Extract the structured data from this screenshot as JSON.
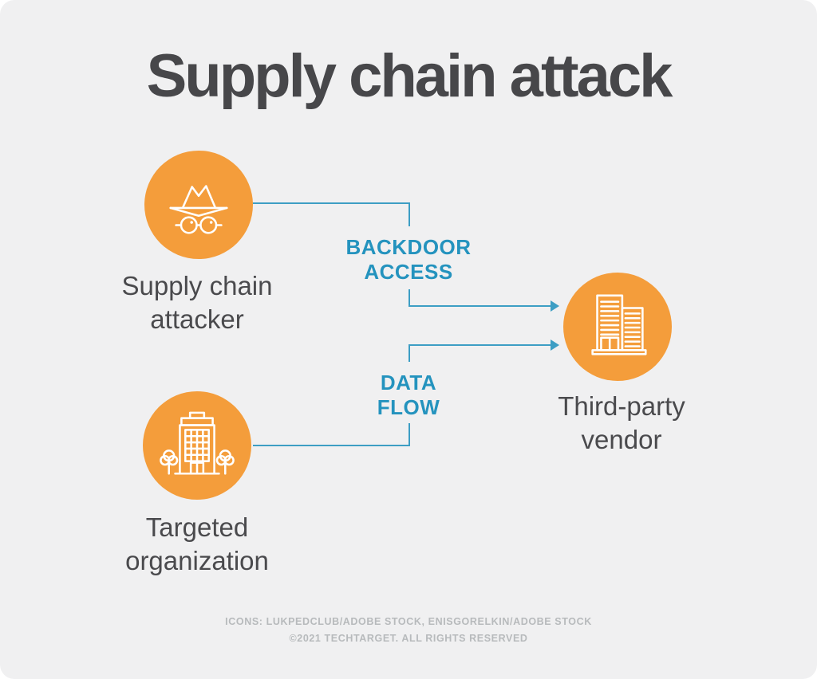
{
  "title": "Supply chain attack",
  "colors": {
    "background": "#f0f0f1",
    "node_orange": "#f49d3b",
    "connector_teal": "#3d9ec4",
    "flow_label_teal": "#2493be",
    "text_dark": "#4a4a4d",
    "footer_gray": "#b7babc"
  },
  "nodes": [
    {
      "id": "supply-chain-attacker",
      "icon": "spy-incognito-icon",
      "label": "Supply chain\nattacker"
    },
    {
      "id": "targeted-organization",
      "icon": "office-building-trees-icon",
      "label": "Targeted\norganization"
    },
    {
      "id": "third-party-vendor",
      "icon": "two-office-buildings-icon",
      "label": "Third-party\nvendor"
    }
  ],
  "flows": [
    {
      "id": "backdoor-access",
      "label": "BACKDOOR\nACCESS",
      "from": "supply-chain-attacker",
      "to": "third-party-vendor"
    },
    {
      "id": "data-flow",
      "label": "DATA\nFLOW",
      "from": "targeted-organization",
      "to": "third-party-vendor"
    }
  ],
  "footer": {
    "credits": "ICONS: LUKPEDCLUB/ADOBE STOCK, ENISGORELKIN/ADOBE STOCK",
    "copyright": "©2021 TECHTARGET. ALL RIGHTS RESERVED"
  }
}
